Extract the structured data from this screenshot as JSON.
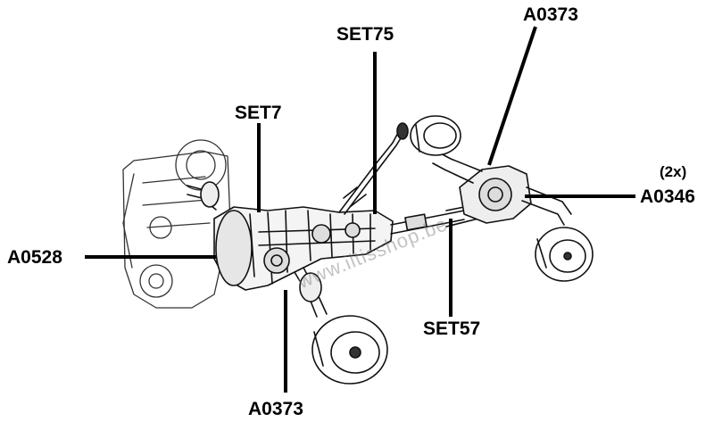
{
  "labels": {
    "set75": "SET75",
    "set7": "SET7",
    "a0373_top": "A0373",
    "qty": "(2x)",
    "a0346": "A0346",
    "a0528": "A0528",
    "set57": "SET57",
    "a0373_bottom": "A0373"
  },
  "watermark": "www.iltisshop.be",
  "colors": {
    "line": "#000000",
    "background": "#ffffff",
    "watermark": "#888888"
  }
}
